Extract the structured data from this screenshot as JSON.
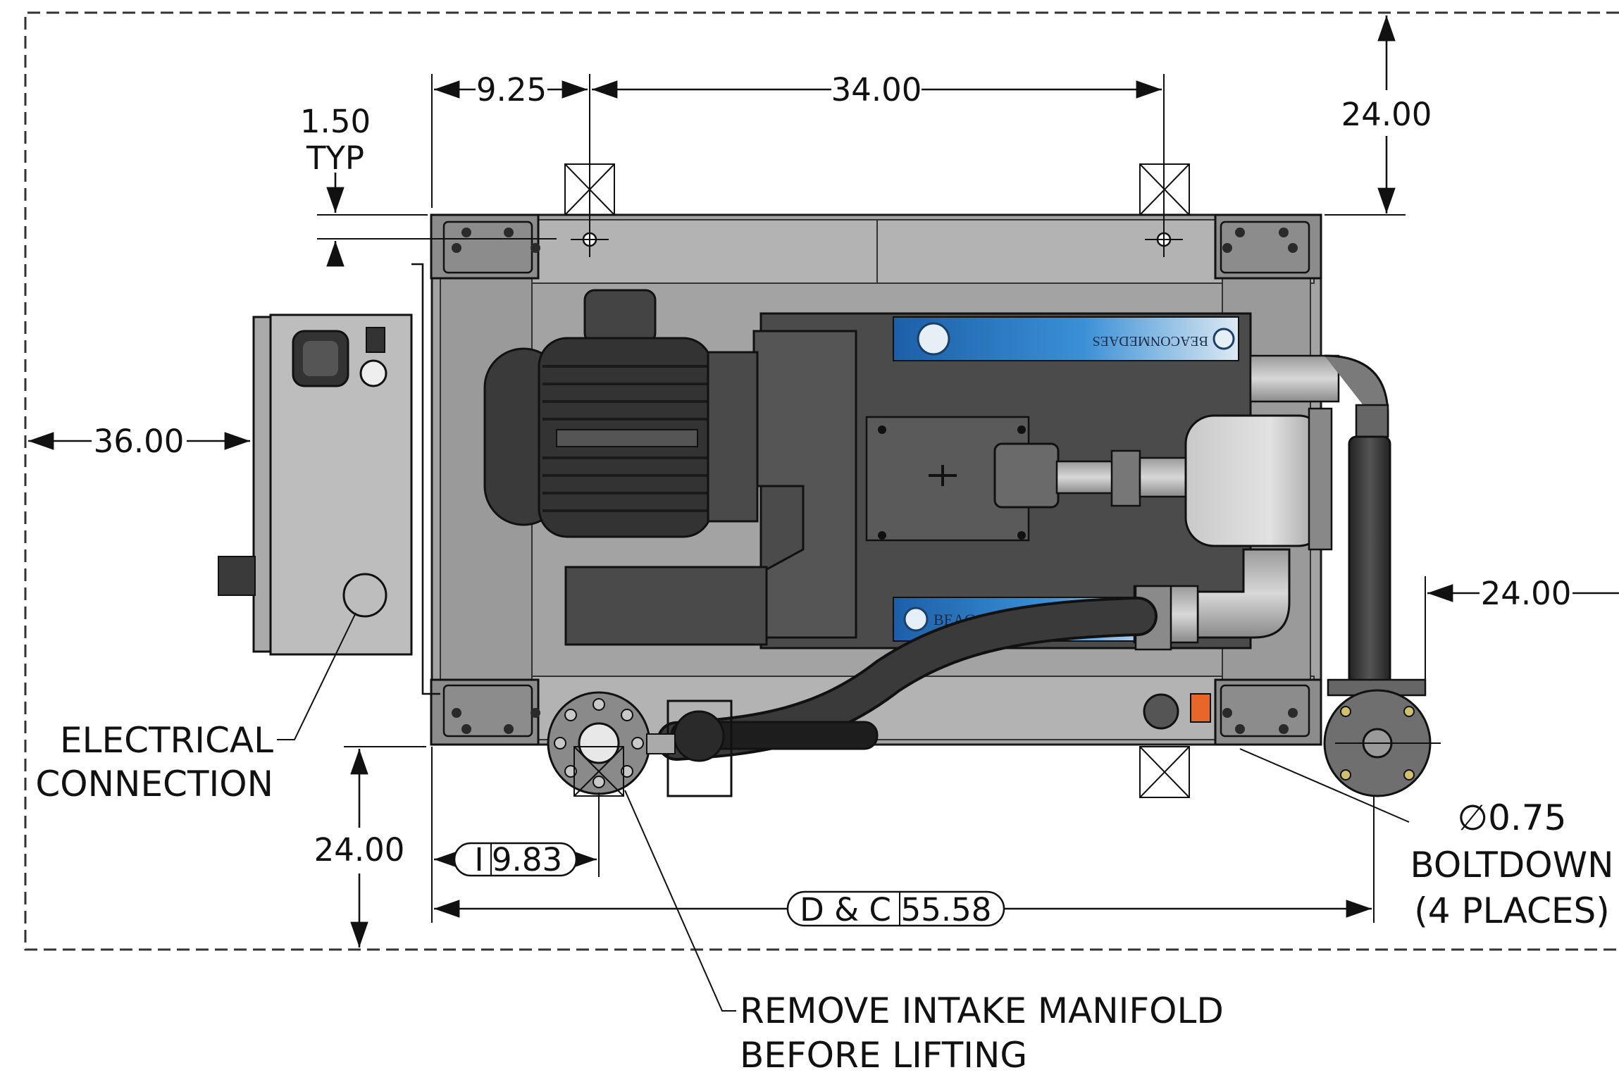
{
  "dimensions": {
    "top_left_offset": "9.25",
    "top_span": "34.00",
    "top_right_clearance": "24.00",
    "lip": {
      "value": "1.50",
      "suffix": "TYP"
    },
    "left_clearance": "36.00",
    "right_clearance": "24.00",
    "bottom_clearance": "24.00",
    "intake_offset": {
      "tag": "I",
      "value": "9.83"
    },
    "overall_length": {
      "tag": "D & C",
      "value": "55.58"
    }
  },
  "notes": {
    "electrical": [
      "ELECTRICAL",
      "CONNECTION"
    ],
    "boltdown": [
      "∅0.75",
      "BOLTDOWN",
      "(4 PLACES)"
    ],
    "lifting": [
      "REMOVE INTAKE MANIFOLD",
      "BEFORE LIFTING"
    ]
  },
  "labels": {
    "brand_top": "BEACONMEDAES",
    "brand_bottom": "BEACONM"
  },
  "colors": {
    "skid_frame": "#8f8f8f",
    "skid_panel": "#a6a6a6",
    "pump_body": "#4a4a4a",
    "motor": "#3a3a3a",
    "brand_blue": "#1e6fb8",
    "terminal_orange": "#e8662a",
    "control_box": "#bdbdbd"
  }
}
